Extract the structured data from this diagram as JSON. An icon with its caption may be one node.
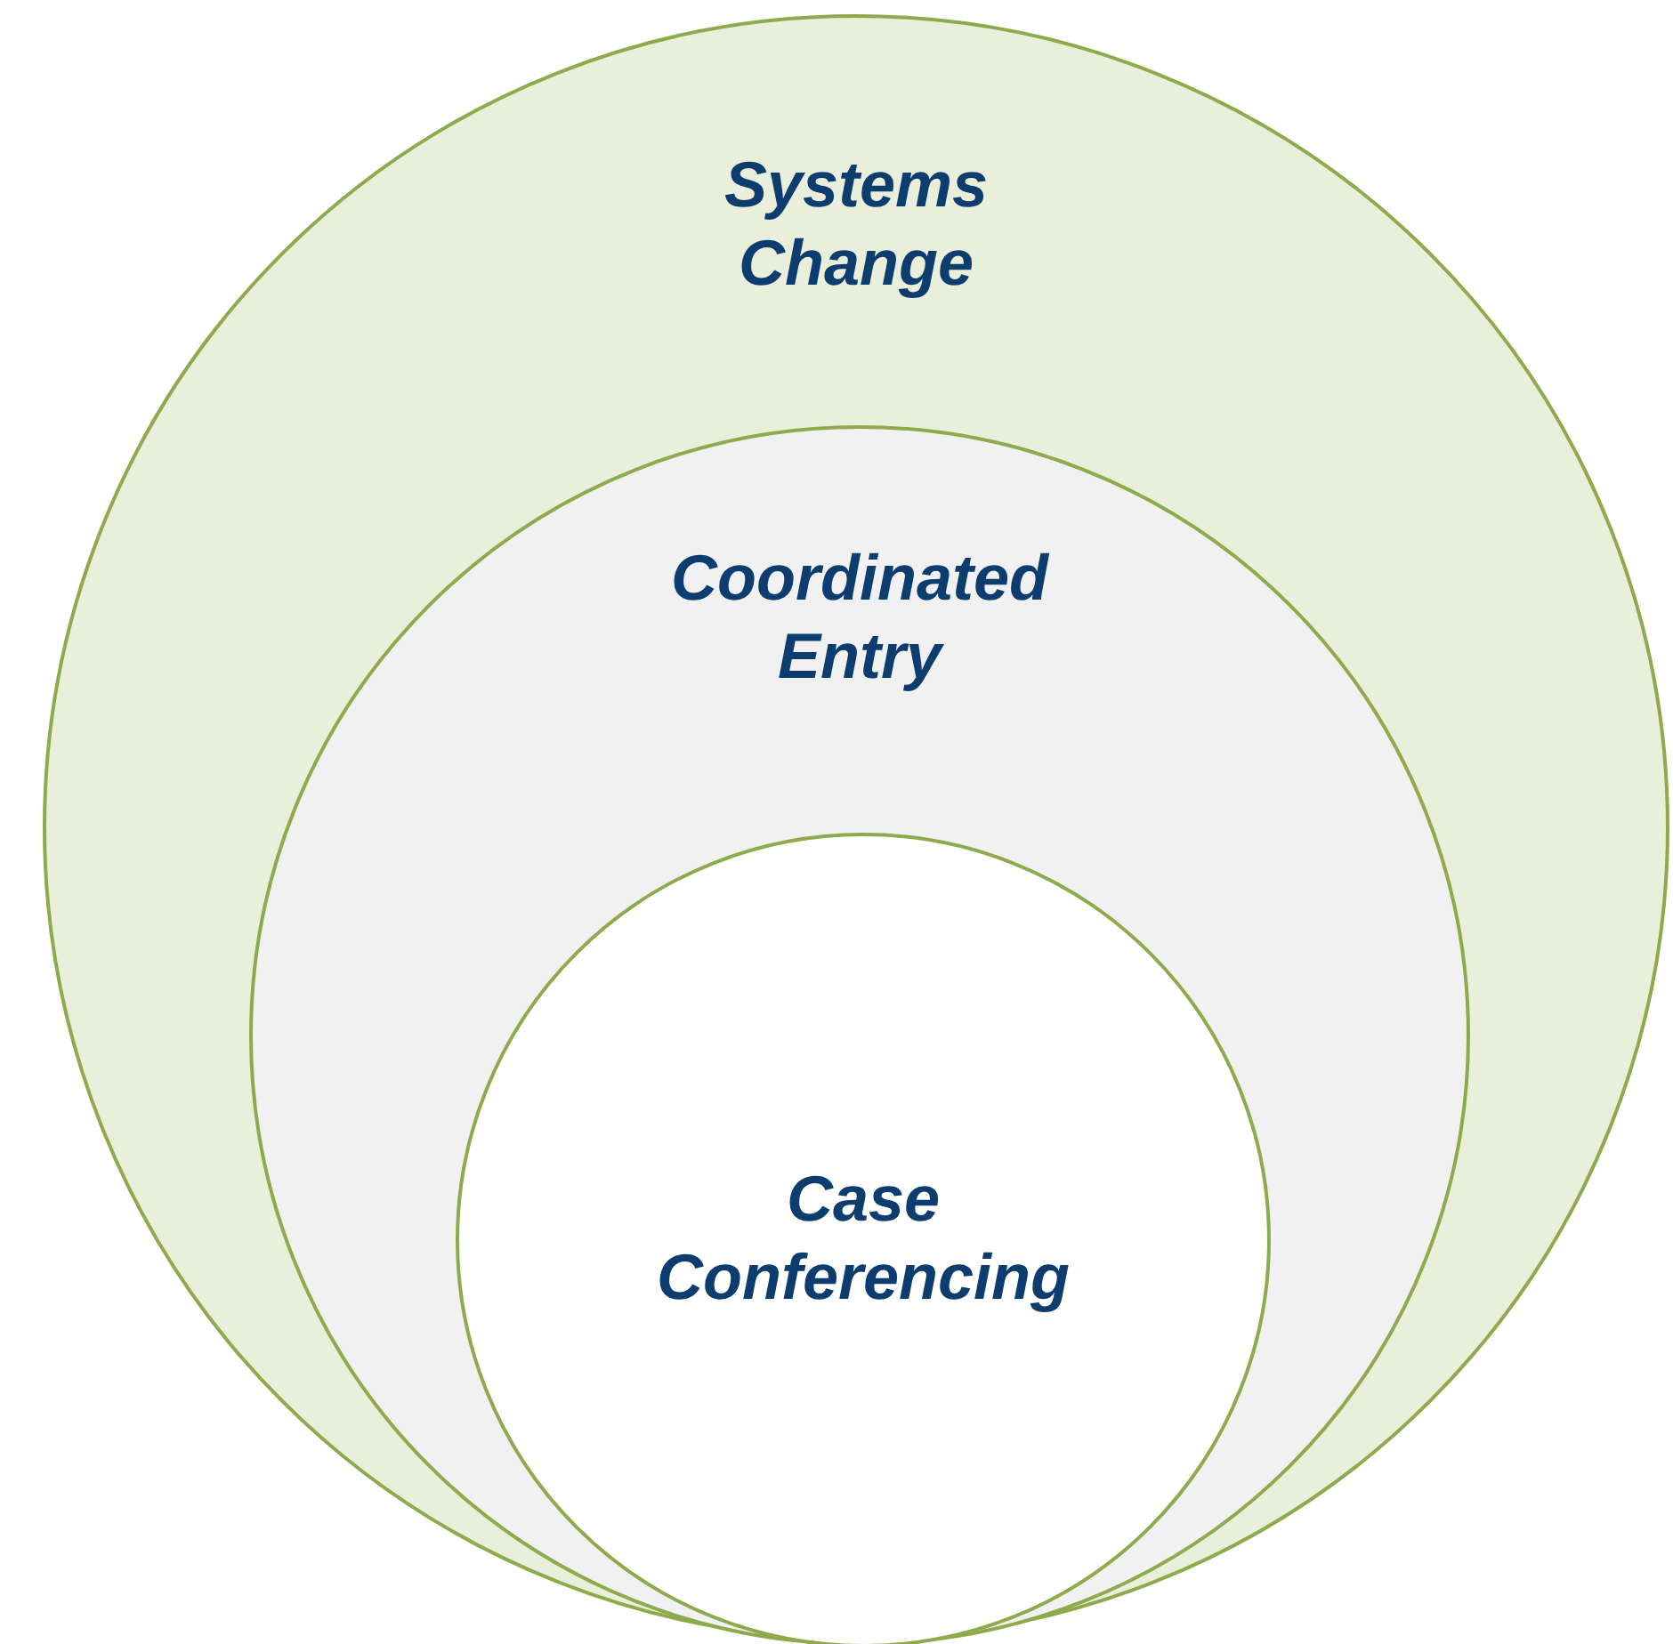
{
  "diagram": {
    "nodes": [
      {
        "text": [
          "Systems Change"
        ]
      },
      {
        "text": [
          "Coordinated Entry"
        ],
        "in": 0
      },
      {
        "text": [
          "Case Conferencing"
        ],
        "in": 1
      }
    ]
  }
}
